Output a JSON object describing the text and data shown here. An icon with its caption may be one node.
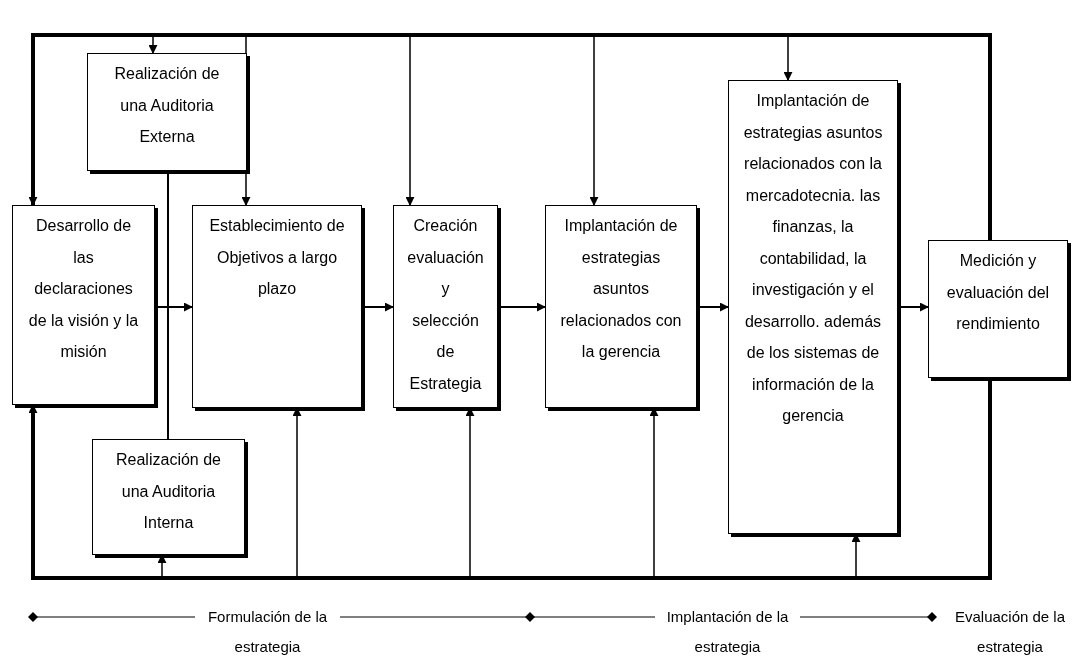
{
  "diagram": {
    "nodes": [
      {
        "text": [
          "Desarrollo de las declaraciones de la visión y la misión"
        ]
      },
      {
        "text": [
          "Realización de una Auditoria Externa"
        ]
      },
      {
        "text": [
          "Establecimiento de Objetivos a largo plazo"
        ]
      },
      {
        "text": [
          "Creación evaluación y selección de Estrategia"
        ]
      },
      {
        "text": [
          "Implantación de estrategias asuntos relacionados con la gerencia"
        ]
      },
      {
        "text": [
          "Implantación de estrategias asuntos relacionados con la mercadotecnia. las finanzas, la contabilidad, la investigación y el desarrollo. además de los sistemas de información de la gerencia"
        ]
      },
      {
        "text": [
          "Medición y evaluación del rendimiento"
        ]
      },
      {
        "text": [
          "Realización de una Auditoria Interna"
        ]
      }
    ],
    "edges": [
      {
        "from": 0,
        "to": 2,
        "arrow": "to"
      },
      {
        "from": 2,
        "to": 3,
        "arrow": "to"
      },
      {
        "from": 3,
        "to": 4,
        "arrow": "to"
      },
      {
        "from": 4,
        "to": 5,
        "arrow": "to"
      },
      {
        "from": 5,
        "to": 6,
        "arrow": "to"
      },
      {
        "from": 1,
        "to": 7,
        "arrow": "none"
      },
      {
        "from": 6,
        "to": 0,
        "arrow": "to",
        "style": "thick"
      },
      {
        "from": 6,
        "to": 1,
        "arrow": "to"
      },
      {
        "from": 6,
        "to": 2,
        "arrow": "to"
      },
      {
        "from": 6,
        "to": 3,
        "arrow": "to"
      },
      {
        "from": 6,
        "to": 4,
        "arrow": "to"
      },
      {
        "from": 6,
        "to": 5,
        "arrow": "to"
      },
      {
        "from": 6,
        "to": 0,
        "arrow": "to",
        "style": "thick"
      },
      {
        "from": 6,
        "to": 7,
        "arrow": "to"
      },
      {
        "from": 6,
        "to": 2,
        "arrow": "to"
      },
      {
        "from": 6,
        "to": 3,
        "arrow": "to"
      },
      {
        "from": 6,
        "to": 4,
        "arrow": "to"
      },
      {
        "from": 6,
        "to": 5,
        "arrow": "to"
      }
    ],
    "labels": [
      "Formulación de la estrategia",
      "Implantación de la estrategia",
      "Evaluación de la estrategia"
    ]
  }
}
